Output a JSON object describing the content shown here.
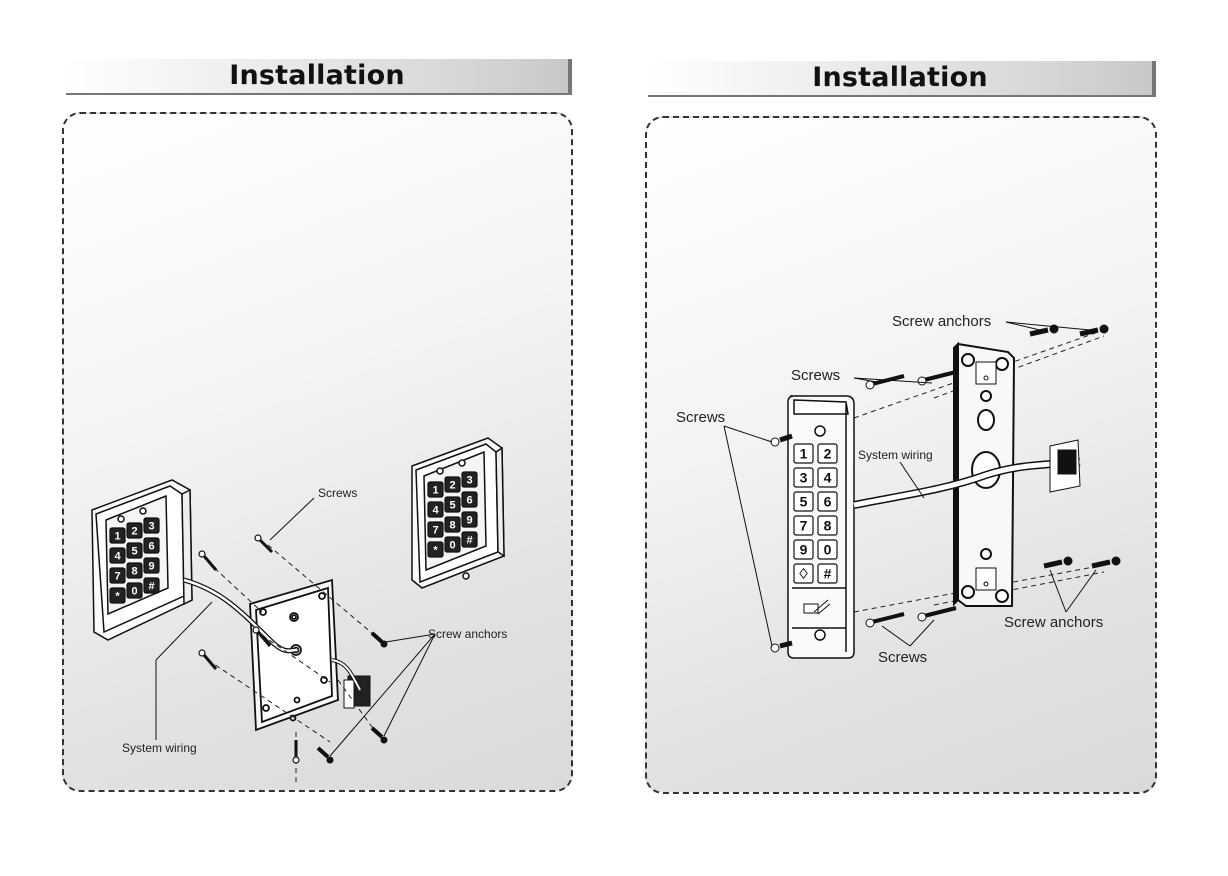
{
  "pages": [
    {
      "title": "Installation",
      "labels": {
        "screws": "Screws",
        "screw_anchors": "Screw anchors",
        "system_wiring": "System wiring"
      },
      "keypad_keys": [
        "1",
        "2",
        "3",
        "4",
        "5",
        "6",
        "7",
        "8",
        "9",
        "*",
        "0",
        "#"
      ]
    },
    {
      "title": "Installation",
      "labels": {
        "screw_anchors_top": "Screw anchors",
        "screws_top": "Screws",
        "screws_left": "Screws",
        "system_wiring": "System wiring",
        "screw_anchors_bottom": "Screw anchors",
        "screws_bottom": "Screws"
      },
      "keypad_keys": [
        "1",
        "2",
        "3",
        "4",
        "5",
        "6",
        "7",
        "8",
        "9",
        "0",
        "bell",
        "#"
      ],
      "card_reader_icon": "card-reader-icon"
    }
  ]
}
